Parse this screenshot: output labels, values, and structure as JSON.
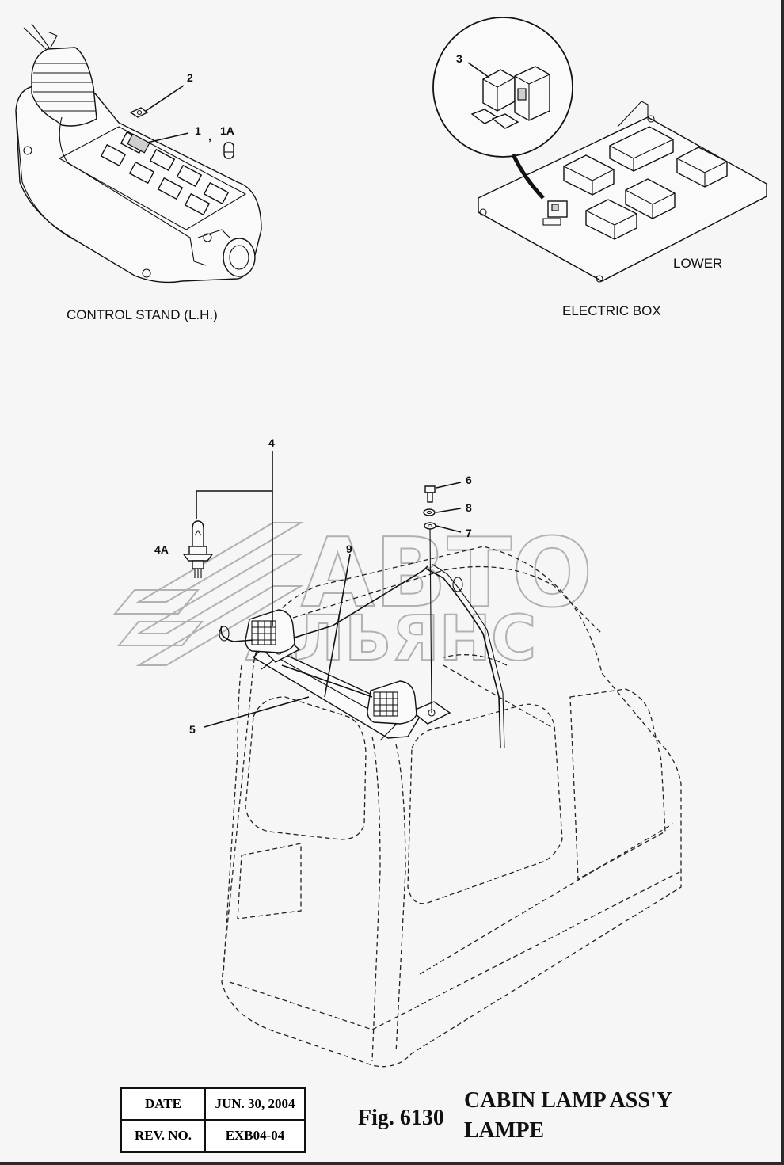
{
  "labels": {
    "control_stand": "CONTROL STAND (L.H.)",
    "electric_box": "ELECTRIC BOX",
    "lower": "LOWER"
  },
  "callouts": {
    "p1": "1",
    "comma": ",",
    "p1a": "1A",
    "p2": "2",
    "p3": "3",
    "p4": "4",
    "p4a": "4A",
    "p5": "5",
    "p6": "6",
    "p7": "7",
    "p8": "8",
    "p9": "9"
  },
  "title_block": {
    "date_label": "DATE",
    "date_value": "JUN. 30, 2004",
    "rev_label": "REV. NO.",
    "rev_value": "EXB04-04"
  },
  "figure": {
    "fig_no": "Fig. 6130",
    "title_line1": "CABIN LAMP ASS'Y",
    "title_line2": "LAMPE"
  },
  "watermark": {
    "line1": "АВТО",
    "line2": "АЛЬЯНС"
  }
}
